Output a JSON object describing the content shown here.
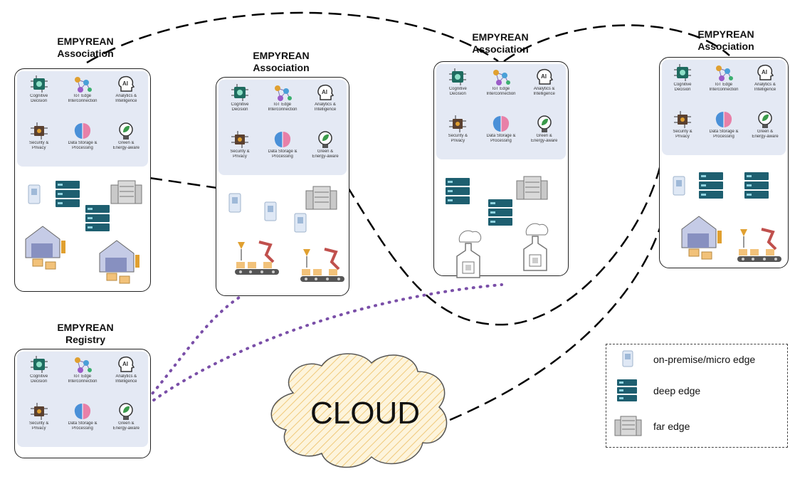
{
  "associations": [
    {
      "title1": "EMPYREAN",
      "title2": "Association"
    },
    {
      "title1": "EMPYREAN",
      "title2": "Association"
    },
    {
      "title1": "EMPYREAN",
      "title2": "Association"
    },
    {
      "title1": "EMPYREAN",
      "title2": "Association"
    }
  ],
  "registry": {
    "title1": "EMPYREAN",
    "title2": "Registry"
  },
  "capabilities": [
    {
      "label1": "Cognitive",
      "label2": "Decision",
      "icon": "chip-brain-icon"
    },
    {
      "label1": "IoT Edge",
      "label2": "Interconnection",
      "icon": "network-nodes-icon"
    },
    {
      "label1": "Analytics &",
      "label2": "Intelligence",
      "icon": "ai-head-icon"
    },
    {
      "label1": "Security &",
      "label2": "Privacy",
      "icon": "security-chip-icon"
    },
    {
      "label1": "Data Storage &",
      "label2": "Processing",
      "icon": "brain-storage-icon"
    },
    {
      "label1": "Green &",
      "label2": "Energy-aware",
      "icon": "green-bulb-icon"
    }
  ],
  "cloud": {
    "label": "CLOUD"
  },
  "legend": [
    {
      "icon": "micro-edge-icon",
      "label": "on-premise/micro edge"
    },
    {
      "icon": "deep-edge-icon",
      "label": "deep edge"
    },
    {
      "icon": "far-edge-icon",
      "label": "far edge"
    }
  ],
  "colors": {
    "deep_edge": "#1e5f70",
    "micro_edge": "#dfe8f5",
    "far_edge": "#c9c9c9",
    "capability_panel": "#e4e9f4",
    "registry_link": "#7a4fa8",
    "cloud_fill": "#fbe7b8"
  }
}
